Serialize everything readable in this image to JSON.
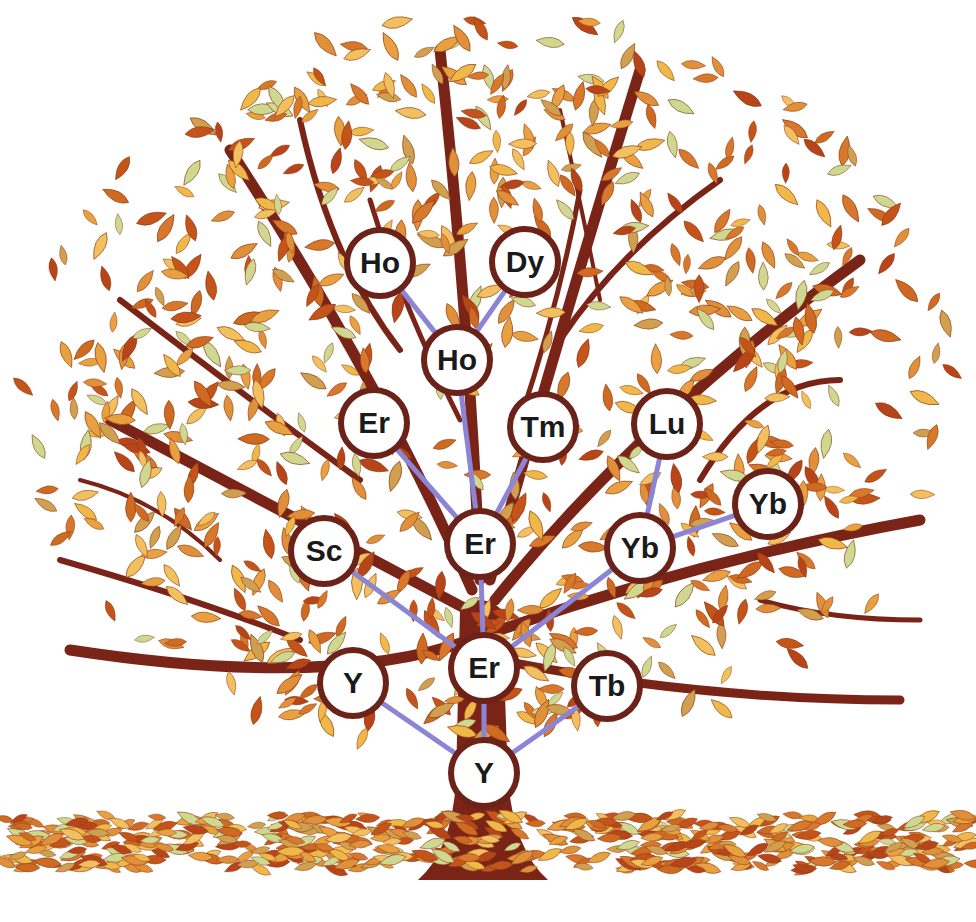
{
  "diagram": {
    "nodes": [
      {
        "text": [
          "Ho"
        ]
      },
      {
        "text": [
          "Dy"
        ]
      },
      {
        "text": [
          "Ho"
        ]
      },
      {
        "text": [
          "Er"
        ]
      },
      {
        "text": [
          "Tm"
        ]
      },
      {
        "text": [
          "Lu"
        ]
      },
      {
        "text": [
          "Yb"
        ]
      },
      {
        "text": [
          "Sc"
        ]
      },
      {
        "text": [
          "Er"
        ]
      },
      {
        "text": [
          "Yb"
        ]
      },
      {
        "text": [
          "Y"
        ]
      },
      {
        "text": [
          "Er"
        ]
      },
      {
        "text": [
          "Tb"
        ]
      },
      {
        "text": [
          "Y"
        ]
      }
    ],
    "edges": [
      {
        "from": 13,
        "to": 10,
        "arrow": "none"
      },
      {
        "from": 13,
        "to": 11,
        "arrow": "none"
      },
      {
        "from": 13,
        "to": 12,
        "arrow": "none"
      },
      {
        "from": 11,
        "to": 7,
        "arrow": "none"
      },
      {
        "from": 11,
        "to": 8,
        "arrow": "none"
      },
      {
        "from": 11,
        "to": 9,
        "arrow": "none"
      },
      {
        "from": 8,
        "to": 3,
        "arrow": "none"
      },
      {
        "from": 8,
        "to": 2,
        "arrow": "none"
      },
      {
        "from": 8,
        "to": 4,
        "arrow": "none"
      },
      {
        "from": 9,
        "to": 5,
        "arrow": "none"
      },
      {
        "from": 9,
        "to": 6,
        "arrow": "none"
      },
      {
        "from": 2,
        "to": 0,
        "arrow": "none"
      },
      {
        "from": 2,
        "to": 1,
        "arrow": "none"
      }
    ]
  }
}
